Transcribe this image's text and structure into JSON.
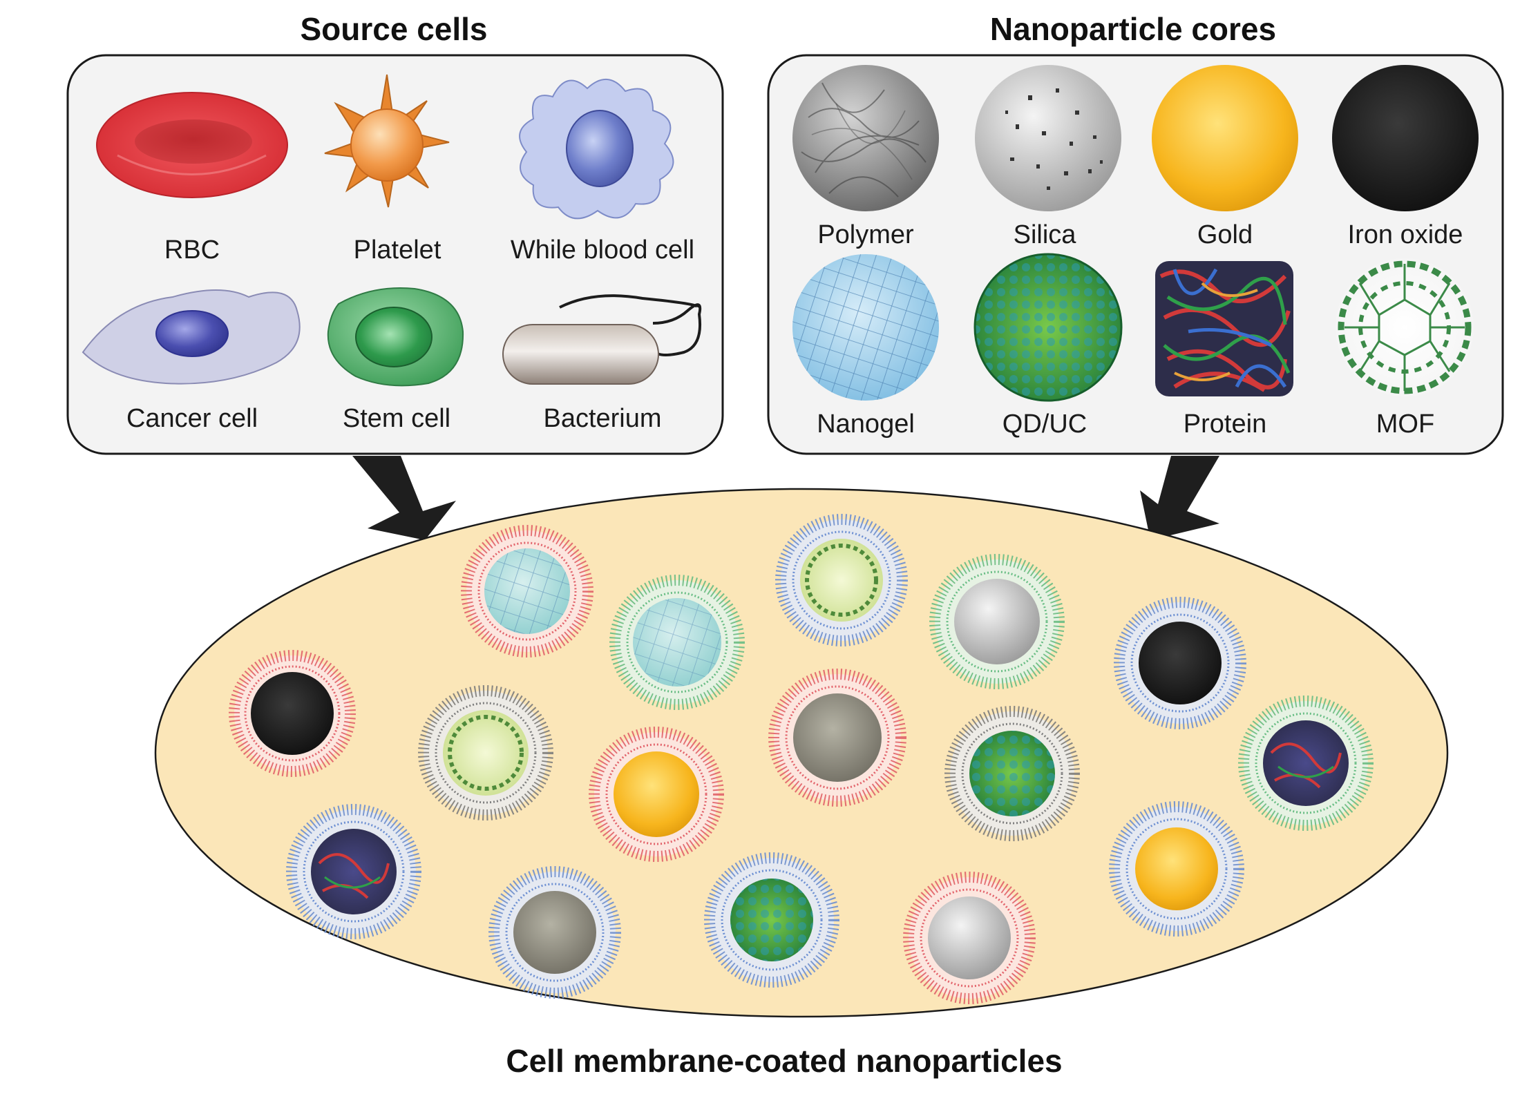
{
  "source_cells": {
    "title": "Source cells",
    "items": [
      {
        "id": "rbc",
        "label": "RBC",
        "icon": "red-blood-cell-icon",
        "color": "#e0343a"
      },
      {
        "id": "platelet",
        "label": "Platelet",
        "icon": "platelet-icon",
        "color": "#f0913d"
      },
      {
        "id": "wbc",
        "label": "While blood cell",
        "icon": "white-blood-cell-icon",
        "color": "#b9c4e8"
      },
      {
        "id": "cancer",
        "label": "Cancer cell",
        "icon": "cancer-cell-icon",
        "color": "#c3c3dd"
      },
      {
        "id": "stem",
        "label": "Stem cell",
        "icon": "stem-cell-icon",
        "color": "#4cb06a"
      },
      {
        "id": "bacterium",
        "label": "Bacterium",
        "icon": "bacterium-icon",
        "color": "#a69a90"
      }
    ]
  },
  "nanoparticle_cores": {
    "title": "Nanoparticle cores",
    "items": [
      {
        "id": "polymer",
        "label": "Polymer",
        "icon": "polymer-core-icon",
        "color": "#8e8e8e"
      },
      {
        "id": "silica",
        "label": "Silica",
        "icon": "silica-core-icon",
        "color": "#c9c9c9"
      },
      {
        "id": "gold",
        "label": "Gold",
        "icon": "gold-core-icon",
        "color": "#f5b21c"
      },
      {
        "id": "iron",
        "label": "Iron oxide",
        "icon": "iron-oxide-core-icon",
        "color": "#1c1c1c"
      },
      {
        "id": "nanogel",
        "label": "Nanogel",
        "icon": "nanogel-core-icon",
        "color": "#9fd2ee"
      },
      {
        "id": "qd",
        "label": "QD/UC",
        "icon": "quantum-dot-core-icon",
        "color": "#3aa34a"
      },
      {
        "id": "protein",
        "label": "Protein",
        "icon": "protein-core-icon",
        "color": "#c23a3a"
      },
      {
        "id": "mof",
        "label": "MOF",
        "icon": "mof-core-icon",
        "color": "#3f8a4a"
      }
    ]
  },
  "result": {
    "title": "Cell membrane-coated nanoparticles",
    "background": "#fbe6b8"
  },
  "colors": {
    "panel_fill": "#f3f3f3",
    "panel_stroke": "#1a1a1a",
    "arrow": "#1e1e1e",
    "membrane_red": "#e2626a",
    "membrane_green": "#68bd84",
    "membrane_blue": "#6c8fd2",
    "membrane_gray": "#7d7d7d"
  }
}
